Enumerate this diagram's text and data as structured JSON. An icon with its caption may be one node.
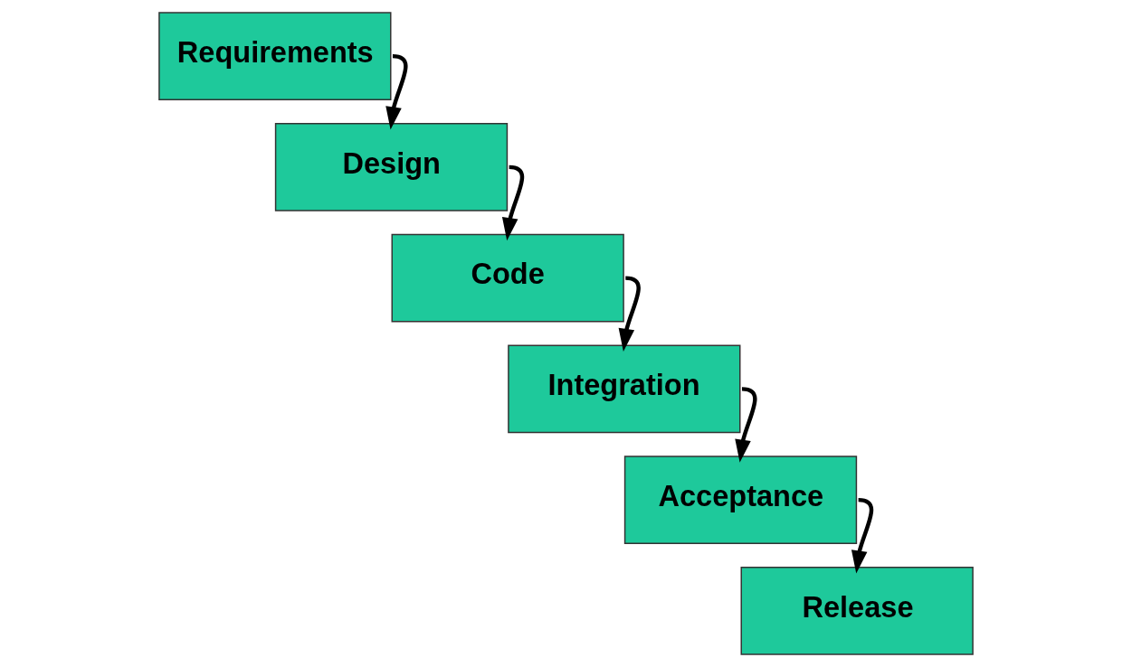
{
  "diagram": {
    "nodes": [
      {
        "text": [
          "Requirements"
        ]
      },
      {
        "text": [
          "Design"
        ]
      },
      {
        "text": [
          "Code"
        ]
      },
      {
        "text": [
          "Integration"
        ]
      },
      {
        "text": [
          "Acceptance"
        ]
      },
      {
        "text": [
          "Release"
        ]
      }
    ],
    "edges": [
      {
        "from": 0,
        "to": 1,
        "arrow": "to"
      },
      {
        "from": 1,
        "to": 2,
        "arrow": "to"
      },
      {
        "from": 2,
        "to": 3,
        "arrow": "to"
      },
      {
        "from": 3,
        "to": 4,
        "arrow": "to"
      },
      {
        "from": 4,
        "to": 5,
        "arrow": "to"
      }
    ]
  }
}
